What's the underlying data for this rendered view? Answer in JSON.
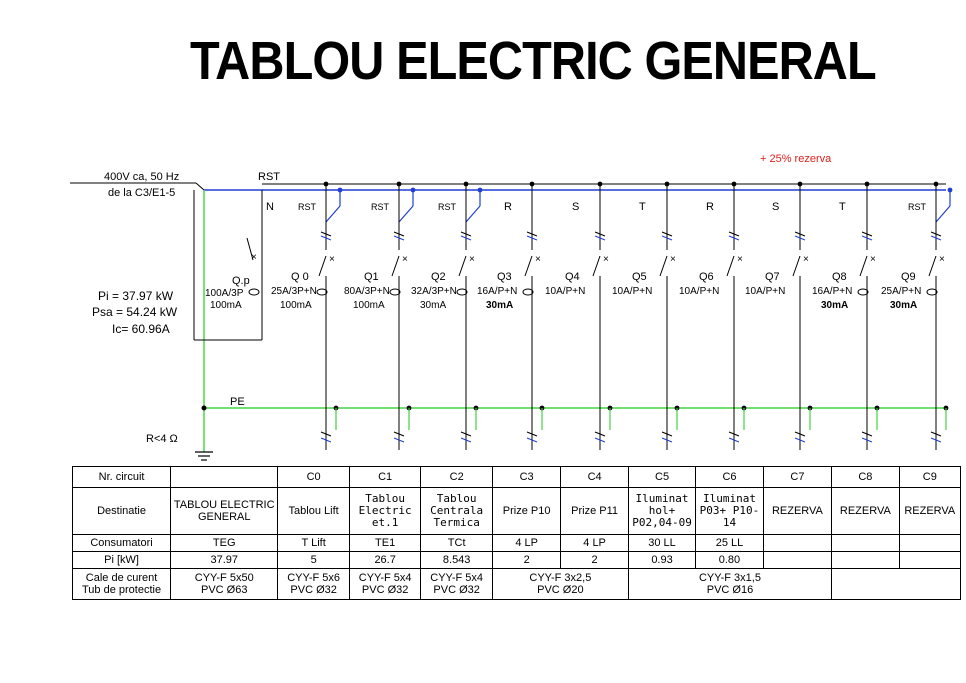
{
  "title": "TABLOU ELECTRIC GENERAL",
  "colors": {
    "phase_bus": "#1f3fd6",
    "pe_bus": "#41d341",
    "reserve_note": "#e0201a",
    "rcd_tag": "#1f3fd6"
  },
  "supply": {
    "voltage": "400V ca, 50 Hz",
    "source": "de la C3/E1-5",
    "bus_label": "RST",
    "neutral_label": "N",
    "pe_label": "PE",
    "earth_resistance": "R<4 Ω"
  },
  "reserve_note": "+ 25% rezerva",
  "totals": {
    "pi": "Pi = 37.97 kW",
    "psa": "Psa = 54.24 kW",
    "ic": "Ic= 60.96A"
  },
  "main_breaker": {
    "name": "Q.p",
    "rating": "100A/3P",
    "rcd": "100mA"
  },
  "breakers": [
    {
      "phase": "RST",
      "name": "Q 0",
      "rating": "25A/3P+N",
      "rcd": "100mA"
    },
    {
      "phase": "RST",
      "name": "Q1",
      "rating": "80A/3P+N",
      "rcd": "100mA"
    },
    {
      "phase": "RST",
      "name": "Q2",
      "rating": "32A/3P+N",
      "rcd": "30mA"
    },
    {
      "phase": "R",
      "name": "Q3",
      "rating": "16A/P+N",
      "rcd": "30mA"
    },
    {
      "phase": "S",
      "name": "Q4",
      "rating": "10A/P+N",
      "rcd": ""
    },
    {
      "phase": "T",
      "name": "Q5",
      "rating": "10A/P+N",
      "rcd": ""
    },
    {
      "phase": "R",
      "name": "Q6",
      "rating": "10A/P+N",
      "rcd": ""
    },
    {
      "phase": "S",
      "name": "Q7",
      "rating": "10A/P+N",
      "rcd": ""
    },
    {
      "phase": "T",
      "name": "Q8",
      "rating": "16A/P+N",
      "rcd": "30mA"
    },
    {
      "phase": "RST",
      "name": "Q9",
      "rating": "25A/P+N",
      "rcd": "30mA"
    }
  ],
  "table": {
    "headers": {
      "circuit": "Nr. circuit",
      "destination": "Destinatie",
      "consumers": "Consumatori",
      "power": "Pi [kW]",
      "cable_1": "Cale de curent",
      "cable_2": "Tub de protectie"
    },
    "circuits": [
      "C0",
      "C1",
      "C2",
      "C3",
      "C4",
      "C5",
      "C6",
      "C7",
      "C8",
      "C9"
    ],
    "main_destination": "TABLOU ELECTRIC GENERAL",
    "destinations": [
      "Tablou Lift",
      "Tablou Electric et.1",
      "Tablou Centrala Termica",
      "Prize P10",
      "Prize P11",
      "Iluminat hol+ P02,04-09",
      "Iluminat P03+ P10-14",
      "REZERVA",
      "REZERVA",
      "REZERVA"
    ],
    "main_consumer": "TEG",
    "consumers": [
      "T Lift",
      "TE1",
      "TCt",
      "4 LP",
      "4 LP",
      "30 LL",
      "25 LL"
    ],
    "main_power": "37.97",
    "powers": [
      "5",
      "26.7",
      "8.543",
      "2",
      "2",
      "0.93",
      "0.80"
    ],
    "cables": [
      {
        "cable": "CYY-F 5x50",
        "tube": "PVC Ø63"
      },
      {
        "cable": "CYY-F 5x6",
        "tube": "PVC Ø32"
      },
      {
        "cable": "CYY-F 5x4",
        "tube": "PVC Ø32"
      },
      {
        "cable": "CYY-F 5x4",
        "tube": "PVC Ø32"
      },
      {
        "cable": "CYY-F 3x2,5",
        "tube": "PVC Ø20"
      },
      {
        "cable": "CYY-F 3x1,5",
        "tube": "PVC Ø16"
      }
    ]
  }
}
